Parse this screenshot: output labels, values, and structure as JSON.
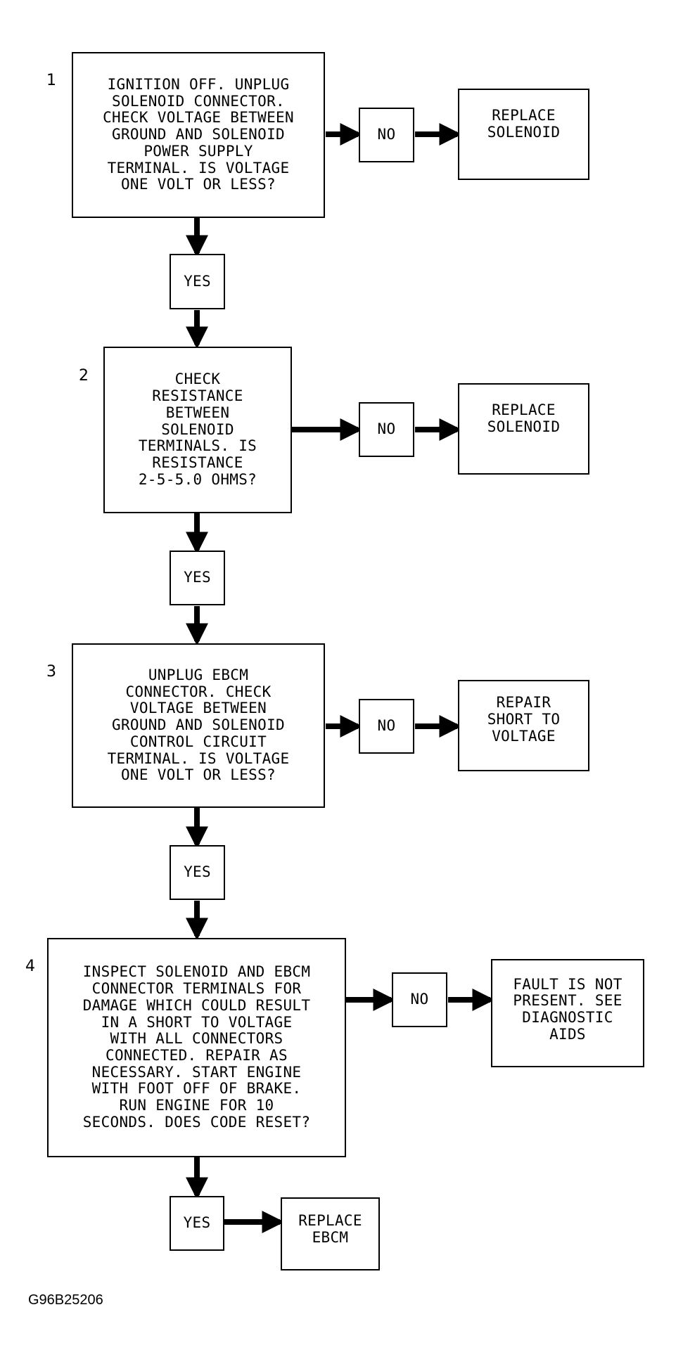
{
  "steps": [
    {
      "number": "1",
      "question": "IGNITION OFF. UNPLUG\nSOLENOID CONNECTOR.\nCHECK VOLTAGE BETWEEN\nGROUND AND SOLENOID\nPOWER SUPPLY\nTERMINAL. IS VOLTAGE\nONE VOLT OR LESS?",
      "no_label": "NO",
      "no_result": "REPLACE\nSOLENOID",
      "yes_label": "YES"
    },
    {
      "number": "2",
      "question": "CHECK\nRESISTANCE\nBETWEEN\nSOLENOID\nTERMINALS. IS\nRESISTANCE\n2-5-5.0 OHMS?",
      "no_label": "NO",
      "no_result": "REPLACE\nSOLENOID",
      "yes_label": "YES"
    },
    {
      "number": "3",
      "question": "UNPLUG EBCM\nCONNECTOR. CHECK\nVOLTAGE BETWEEN\nGROUND AND SOLENOID\nCONTROL CIRCUIT\nTERMINAL. IS VOLTAGE\nONE VOLT OR LESS?",
      "no_label": "NO",
      "no_result": "REPAIR\nSHORT TO\nVOLTAGE",
      "yes_label": "YES"
    },
    {
      "number": "4",
      "question": "INSPECT SOLENOID AND EBCM\nCONNECTOR TERMINALS FOR\nDAMAGE WHICH COULD RESULT\nIN A SHORT TO VOLTAGE\nWITH ALL CONNECTORS\nCONNECTED. REPAIR AS\nNECESSARY. START ENGINE\nWITH FOOT OFF OF BRAKE.\nRUN ENGINE FOR 10\nSECONDS. DOES CODE RESET?",
      "no_label": "NO",
      "no_result": "FAULT IS NOT\nPRESENT. SEE\nDIAGNOSTIC\nAIDS",
      "yes_label": "YES",
      "yes_result": "REPLACE\nEBCM"
    }
  ],
  "figure_id": "G96B25206"
}
